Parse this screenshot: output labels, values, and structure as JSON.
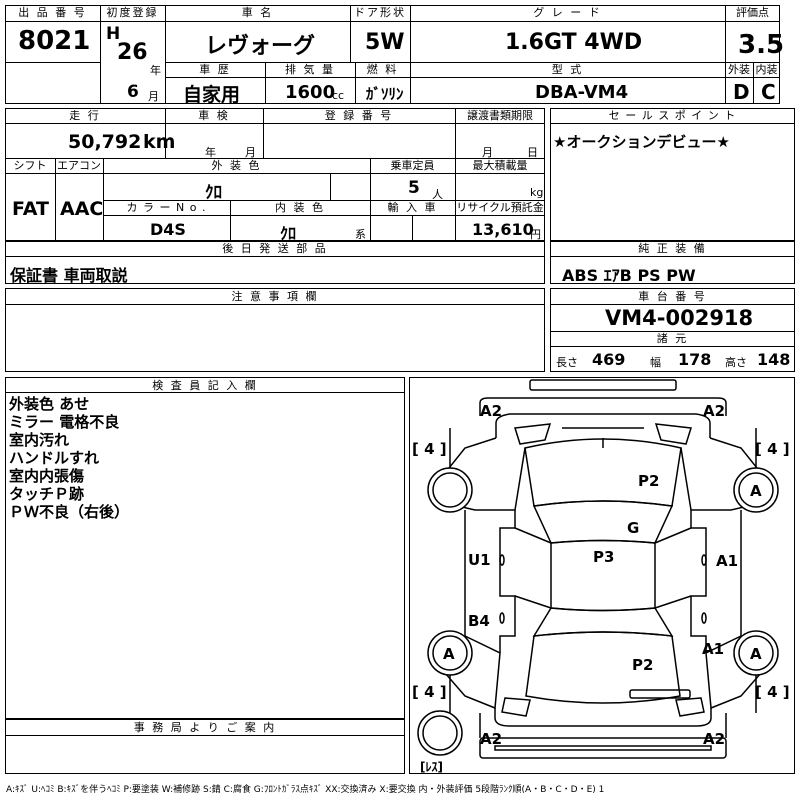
{
  "header_labels": {
    "lot_no": "出 品 番 号",
    "first_reg": "初度登録",
    "car_name": "車 名",
    "door": "ドア形状",
    "grade": "グ レ ー ド",
    "score": "評価点",
    "history": "車 歴",
    "displacement": "排 気 量",
    "fuel": "燃 料",
    "model_code": "型 式",
    "exterior": "外装",
    "interior": "内装",
    "mileage": "走 行",
    "inspection": "車 検",
    "reg_no": "登 録 番 号",
    "transfer": "譲渡書類期限",
    "sales_point": "セ ー ル ス ポ イ ン ト",
    "shift": "シフト",
    "ac": "エアコン",
    "color": "外 装 色",
    "capacity": "乗車定員",
    "max_load": "最大積載量",
    "color_no": "カ ラ ー N o .",
    "int_color": "内 装 色",
    "import": "輸 入 車",
    "recycle": "リサイクル預託金",
    "accessories": "後 日 発 送 部 品",
    "equipment": "純 正 装 備",
    "caution": "注 意 事 項 欄",
    "chassis": "車 台 番 号",
    "specs": "諸 元",
    "inspector": "検 査 員 記 入 欄",
    "office": "事 務 局 よ り ご 案 内"
  },
  "vehicle": {
    "lot_no": "8021",
    "era": "H",
    "year": "26",
    "month": "6",
    "year_unit": "年",
    "month_unit": "月",
    "car_name": "レヴォーグ",
    "door": "5W",
    "grade": "1.6GT 4WD",
    "score": "3.5",
    "history": "自家用",
    "displacement": "1600",
    "displacement_unit": "cc",
    "fuel": "ｶﾞｿﾘﾝ",
    "model_code": "DBA-VM4",
    "exterior_grade": "D",
    "interior_grade": "C",
    "mileage": "50,792",
    "mileage_unit": "km",
    "insp_year_unit": "年",
    "insp_month_unit": "月",
    "transfer_month_unit": "月",
    "transfer_day_unit": "日",
    "sales_point": "★オークションデビュー★",
    "shift": "FAT",
    "ac": "AAC",
    "color": "ｸﾛ",
    "capacity": "5",
    "capacity_unit": "人",
    "max_load_unit": "kg",
    "color_no": "D4S",
    "int_color": "ｸﾛ",
    "int_color_unit": "系",
    "recycle": "13,610",
    "recycle_unit": "円",
    "accessories": "保証書 車両取説",
    "equipment": "ABS ｴｱB PS PW",
    "chassis": "VM4-002918",
    "length_label": "長さ",
    "length": "469",
    "width_label": "幅",
    "width": "178",
    "height_label": "高さ",
    "height": "148"
  },
  "inspector_notes": [
    "外装色 あせ",
    "ミラー 電格不良",
    "室内汚れ",
    "ハンドルすれ",
    "室内内張傷",
    "タッチＰ跡",
    "ＰＷ不良（右後）"
  ],
  "diagram": {
    "a2_tl": "A2",
    "a2_tr": "A2",
    "a2_bl": "A2",
    "a2_br": "A2",
    "tire_tl": "[ 4 ]",
    "tire_tr": "[ 4 ]",
    "tire_bl": "[ 4 ]",
    "tire_br": "[ 4 ]",
    "wheel_fr": "A",
    "wheel_fl": "A",
    "wheel_rr": "A",
    "p2_hood": "P2",
    "g_glass": "G",
    "p3_roof": "P3",
    "u1_left": "U1",
    "a1_right": "A1",
    "b4_left": "B4",
    "a1_rear_right": "A1",
    "p2_trunk": "P2",
    "spare": "[ﾚｽ]"
  },
  "legend": "A:ｷｽﾞ U:ﾍｺﾐ B:ｷｽﾞを伴うﾍｺﾐ P:要塗装 W:補修跡 S:錆 C:腐食 G:ﾌﾛﾝﾄｶﾞﾗｽ点ｷｽﾞ XX:交換済み X:要交換 内・外装評価 5段階ﾗﾝｸ順(A・B・C・D・E) 1"
}
